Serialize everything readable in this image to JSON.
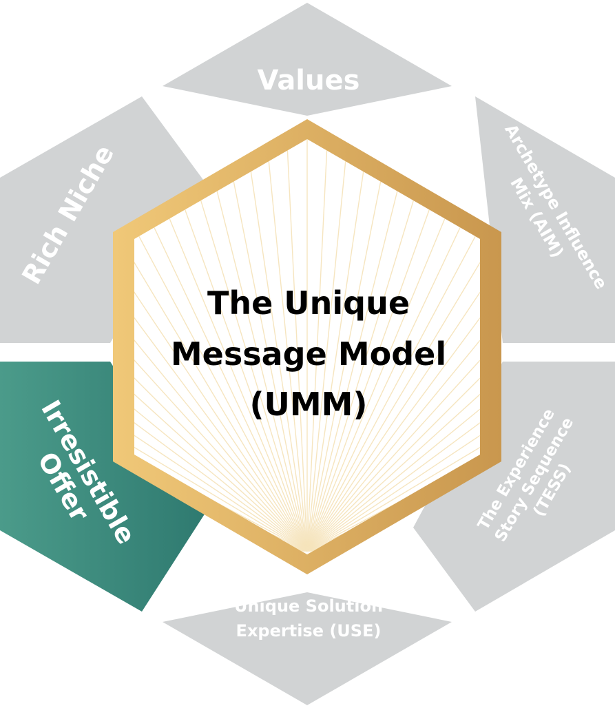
{
  "center": {
    "lines": [
      "The Unique",
      "Message Model",
      "(UMM)"
    ]
  },
  "segments": {
    "values": {
      "label": "Values",
      "color": "#d1d3d4",
      "text_color": "#ffffff"
    },
    "aim": {
      "lines": [
        "Archetype Influence",
        "Mix (AIM)"
      ],
      "color": "#d1d3d4",
      "text_color": "#ffffff"
    },
    "tess": {
      "lines": [
        "The Experience",
        "Story Sequence",
        "(TESS)"
      ],
      "color": "#d1d3d4",
      "text_color": "#ffffff"
    },
    "use": {
      "lines": [
        "Unique Solution",
        "Expertise (USE)"
      ],
      "color": "#d1d3d4",
      "text_color": "#ffffff"
    },
    "offer": {
      "lines": [
        "Irresistible",
        "Offer"
      ],
      "color_start": "#4b9b8a",
      "color_end": "#2f7a70",
      "text_color": "#ffffff"
    },
    "niche": {
      "label": "Rich Niche",
      "color": "#d1d3d4",
      "text_color": "#ffffff"
    }
  },
  "colors": {
    "gold_light": "#f0c878",
    "gold_dark": "#c9974e",
    "ray": "#f3dcaa",
    "background": "#ffffff"
  }
}
